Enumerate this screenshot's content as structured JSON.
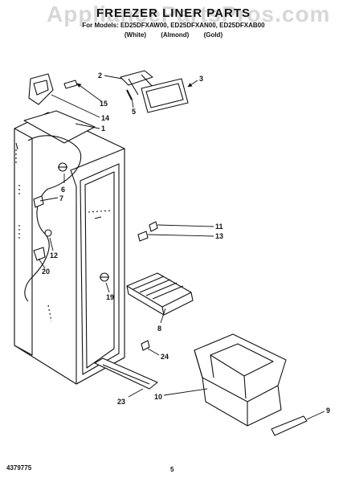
{
  "header": {
    "title": "FREEZER LINER PARTS",
    "subtitle": "For Models: ED25DFXAW00, ED25DFXAN00, ED25DFXAB00",
    "finishes": [
      "(White)",
      "(Almond)",
      "(Gold)"
    ]
  },
  "watermark": "AppliancePartsPros.com",
  "footer": {
    "part_number": "4379775",
    "page_number": "5"
  },
  "callouts": [
    "1",
    "2",
    "3",
    "5",
    "6",
    "7",
    "8",
    "9",
    "10",
    "11",
    "12",
    "13",
    "14",
    "15",
    "19",
    "20",
    "23",
    "24"
  ]
}
